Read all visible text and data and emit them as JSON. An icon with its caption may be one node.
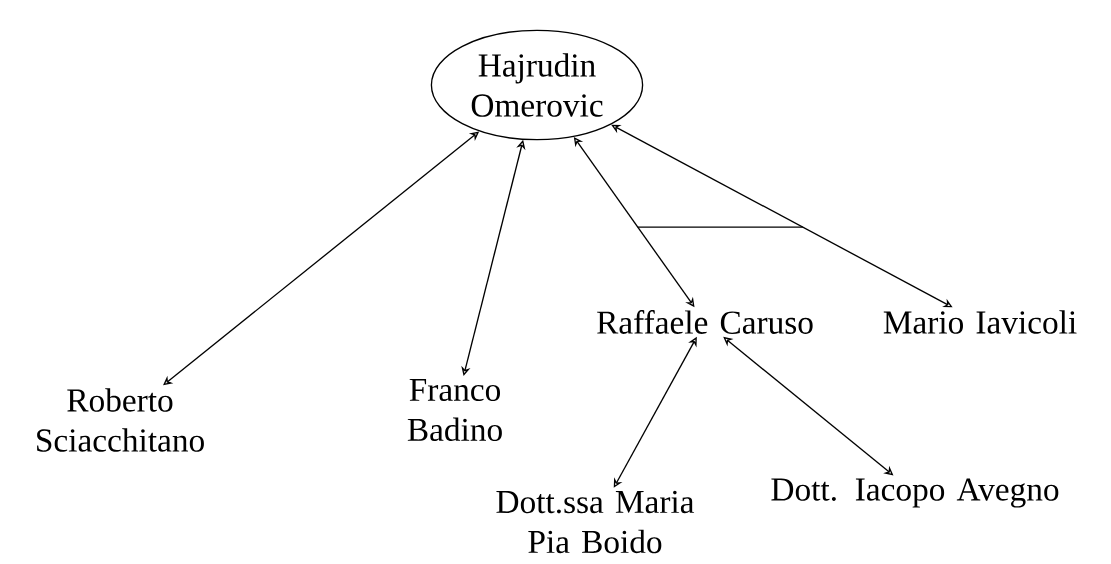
{
  "diagram": {
    "nodes": [
      {
        "text": [
          "Hajrudin Omerovic"
        ]
      },
      {
        "text": [
          "Roberto Sciacchitano"
        ]
      },
      {
        "text": [
          "Franco Badino"
        ]
      },
      {
        "text": [
          "Raffaele Caruso"
        ]
      },
      {
        "text": [
          "Mario Iavicoli"
        ]
      },
      {
        "text": [
          "Dott.ssa Maria Pia Boido"
        ]
      },
      {
        "text": [
          "Dott. Iacopo Avegno"
        ]
      }
    ],
    "edges": [
      {
        "from": 0,
        "to": 1,
        "arrow": "both"
      },
      {
        "from": 0,
        "to": 2,
        "arrow": "both"
      },
      {
        "from": 0,
        "to": 3,
        "arrow": "both"
      },
      {
        "from": 0,
        "to": 4,
        "arrow": "both"
      },
      {
        "from": 3,
        "to": 5,
        "arrow": "both"
      },
      {
        "from": 3,
        "to": 6,
        "arrow": "both"
      }
    ]
  }
}
